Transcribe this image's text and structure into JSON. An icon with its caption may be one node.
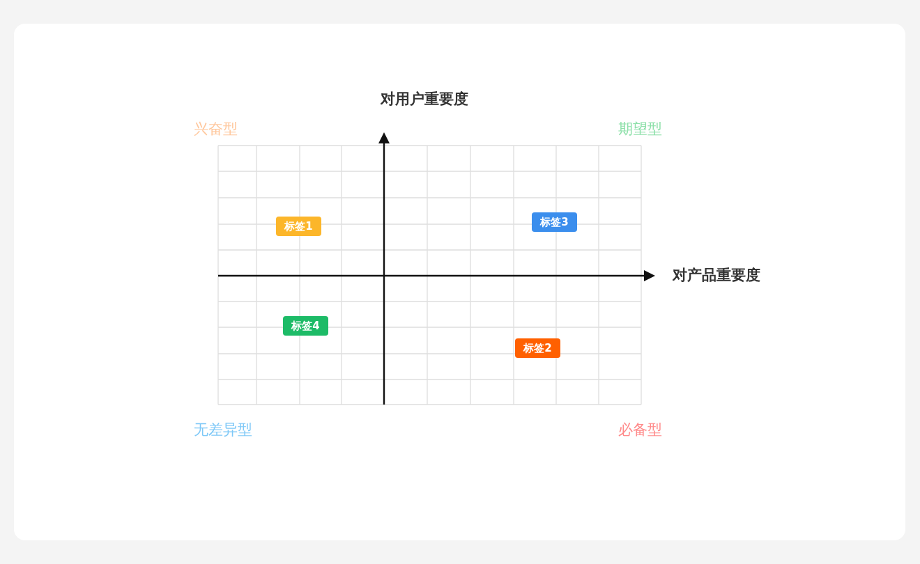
{
  "diagram": {
    "nodes": [
      {
        "text": [
          "标签1"
        ]
      },
      {
        "text": [
          "标签3"
        ]
      },
      {
        "text": [
          "标签4"
        ]
      },
      {
        "text": [
          "标签2"
        ]
      }
    ],
    "labels": [
      "对用户重要度",
      "兴奋型",
      "期望型",
      "对产品重要度",
      "无差异型",
      "必备型"
    ]
  }
}
